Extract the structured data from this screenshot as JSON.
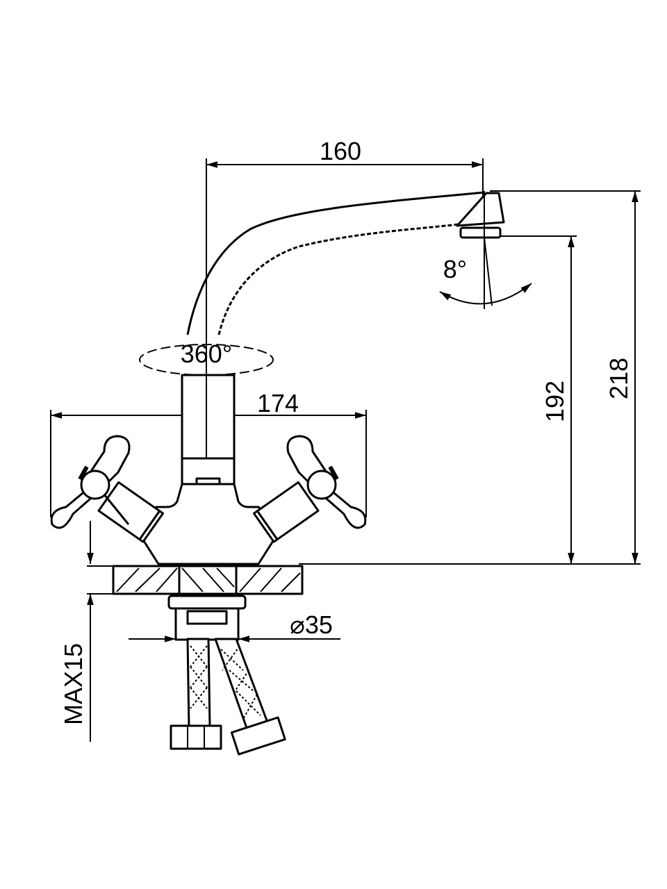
{
  "title": "Faucet dimension drawing",
  "dimensions": {
    "spout_reach": "160",
    "handle_span": "174",
    "spout_outlet_height": "192",
    "total_height": "218",
    "swivel_angle": "360°",
    "outlet_tilt": "8°",
    "mount_diameter": "⌀35",
    "max_counter_thickness": "MAX15"
  },
  "colors": {
    "line": "#000000",
    "background": "#ffffff"
  }
}
